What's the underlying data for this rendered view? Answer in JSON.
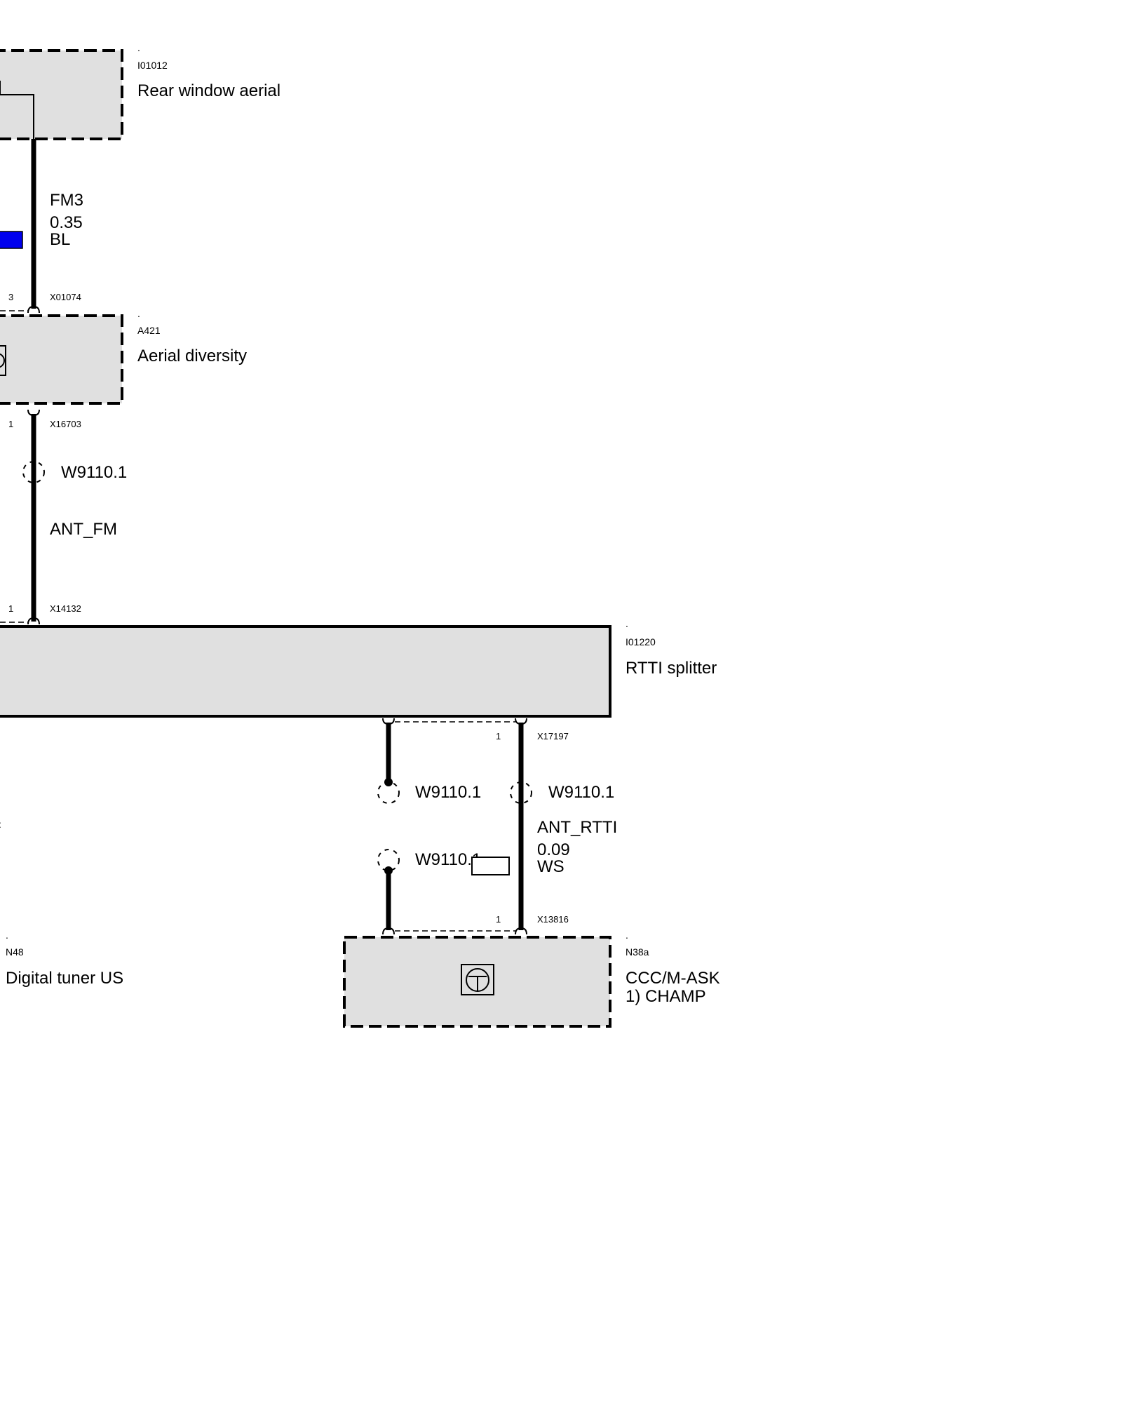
{
  "components": {
    "rear_window_aerial": {
      "dot": ".",
      "id": "I01012",
      "name": "Rear window aerial"
    },
    "aerial_diversity": {
      "dot": ".",
      "id": "A421",
      "name": "Aerial diversity"
    },
    "rtti_splitter": {
      "dot": ".",
      "id": "I01220",
      "name": "RTTI splitter"
    },
    "digital_tuner": {
      "dot": ".",
      "id": "N48",
      "name": "Digital tuner US"
    },
    "ccc_mask": {
      "dot": ".",
      "id": "N38a",
      "name_line1": "CCC/M-ASK",
      "name_line2": "1) CHAMP"
    }
  },
  "connectors": {
    "x01074": {
      "id": "X01074",
      "pin": "3"
    },
    "x16703": {
      "id": "X16703",
      "pin": "1"
    },
    "x14132": {
      "id": "X14132",
      "pin": "1"
    },
    "x17197": {
      "id": "X17197",
      "pin": "1"
    },
    "x13816": {
      "id": "X13816",
      "pin": "1"
    }
  },
  "wires": {
    "fm3": {
      "name": "FM3",
      "size": "0.35",
      "color": "BL",
      "swatch_hex": "#0000ee"
    },
    "ant_fm": {
      "name": "ANT_FM",
      "shield": "W9110.1"
    },
    "ant_rtti": {
      "name": "ANT_RTTI",
      "size": "0.09",
      "color": "WS",
      "shield": "W9110.1"
    },
    "left_branch": {
      "shield_top": "W9110.1",
      "shield_bottom": "W9110.1"
    }
  },
  "colors": {
    "box_fill": "#e0e0e0",
    "wire": "#000000"
  }
}
